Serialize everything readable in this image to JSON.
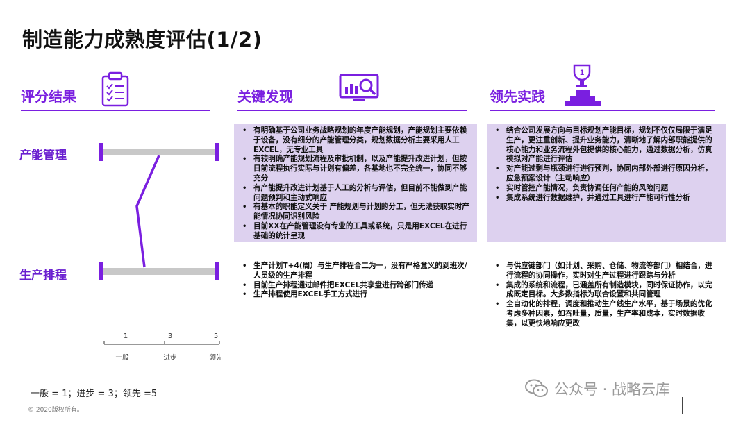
{
  "page": {
    "title": "制造能力成熟度评估(1/2)"
  },
  "columns": {
    "score": {
      "label": "评分结果",
      "icon": "clipboard-checklist-icon"
    },
    "findings": {
      "label": "关键发现",
      "icon": "monitor-analytics-icon"
    },
    "leading": {
      "label": "领先实践",
      "icon": "trophy-podium-icon"
    }
  },
  "rows": [
    {
      "label": "产能管理",
      "score": 3
    },
    {
      "label": "生产排程",
      "score": 1
    }
  ],
  "scale": {
    "ticks": [
      "1",
      "3",
      "5"
    ],
    "tick_labels": [
      "一般",
      "进步",
      "领先"
    ]
  },
  "findings_top": [
    "有明确基于公司业务战略规划的年度产能规划，产能规划主要依赖于设备，没有细分的产能管理分类，规划数据分析主要采用人工EXCEL，无专业工具",
    "有较明确产能规划流程及审批机制，以及产能提升改进计划，但按目前流程执行实际与计划有偏差，各基地也不完全统一，协同不够充分",
    "有产能提升改进计划基于人工的分析与评估，但目前不能做到产能问题预判和主动式响应",
    "有基本的职能定义关于 产能规划与计划的分工，但无法获取实时产能情况协同识别风险",
    "目前XX在产能管理没有专业的工具或系统，只是用EXCEL在进行基础的统计呈现"
  ],
  "leading_top": [
    "结合公司发展方向与目标规划产能目标，规划不仅仅局限于满足生产，更注重创新、提升业务能力，清晰地了解内部职能提供的核心能力和业务流程外包提供的核心能力，通过数据分析，仿真模拟对产能进行评估",
    "对产能过剩与瓶颈进行进行预判，协同内部外部进行原因分析，应急预案设计（主动响应）",
    "实时管控产能情况，负责协调任何产能的风险问题",
    "集成系统进行数据维护，并通过工具进行产能可行性分析"
  ],
  "findings_bottom": [
    "生产计划T+4(周）与生产排程合二为一，没有严格意义的到班次/人员级的生产排程",
    "目前生产排程通过邮件把EXCEL共享盘进行跨部门传递",
    "生产排程使用EXCEL手工方式进行"
  ],
  "leading_bottom": [
    "与供应链部门（如计划、采购、仓储、物流等部门）相结合，进行流程的协同操作，实时对生产过程进行跟踪与分析",
    "集成的系统和流程，已涵盖所有制造模块，同时保证协作，以完成既定目标。大多数指标为联合设置和共同管理",
    "全自动化的排程，调度和推动生产线生产水平，基于场景的优化考虑多种因素，如吞吐量，质量，生产率和成本，实时数据收集，以更快地响应更改"
  ],
  "legend": "一般 = 1；进步 = 3；领先 =5",
  "copyright": "© 2020版权所有。",
  "watermark": "公众号 · 战略云库",
  "colors": {
    "accent": "#7a1fe0",
    "shade": "#ddd1ef",
    "bar": "#c8c8c8"
  }
}
